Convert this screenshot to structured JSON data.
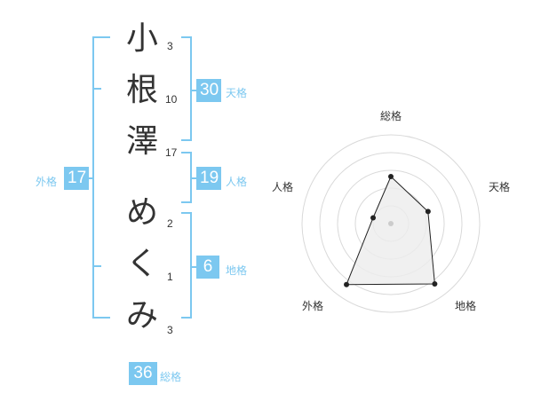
{
  "colors": {
    "accent": "#7cc8f0",
    "text": "#333333",
    "radar_line": "#222222",
    "radar_fill": "#ececec",
    "ring": "#d9d9d9"
  },
  "name": {
    "surname": [
      {
        "char": "小",
        "strokes": "3"
      },
      {
        "char": "根",
        "strokes": "10"
      },
      {
        "char": "澤",
        "strokes": "17"
      }
    ],
    "given": [
      {
        "char": "め",
        "strokes": "2"
      },
      {
        "char": "く",
        "strokes": "1"
      },
      {
        "char": "み",
        "strokes": "3"
      }
    ]
  },
  "fortune": {
    "tenkaku": {
      "value": "30",
      "label": "天格"
    },
    "jinkaku": {
      "value": "19",
      "label": "人格"
    },
    "chikaku": {
      "value": "6",
      "label": "地格"
    },
    "gaikaku": {
      "value": "17",
      "label": "外格"
    },
    "soukaku": {
      "value": "36",
      "label": "総格"
    }
  },
  "radar": {
    "labels": {
      "top": "総格",
      "right": "天格",
      "bottom_right": "地格",
      "bottom_left": "外格",
      "left": "人格"
    },
    "levels": 5,
    "values": {
      "top": 2.65,
      "right": 2.2,
      "bottom_right": 4.2,
      "bottom_left": 4.25,
      "left": 1.05
    }
  }
}
